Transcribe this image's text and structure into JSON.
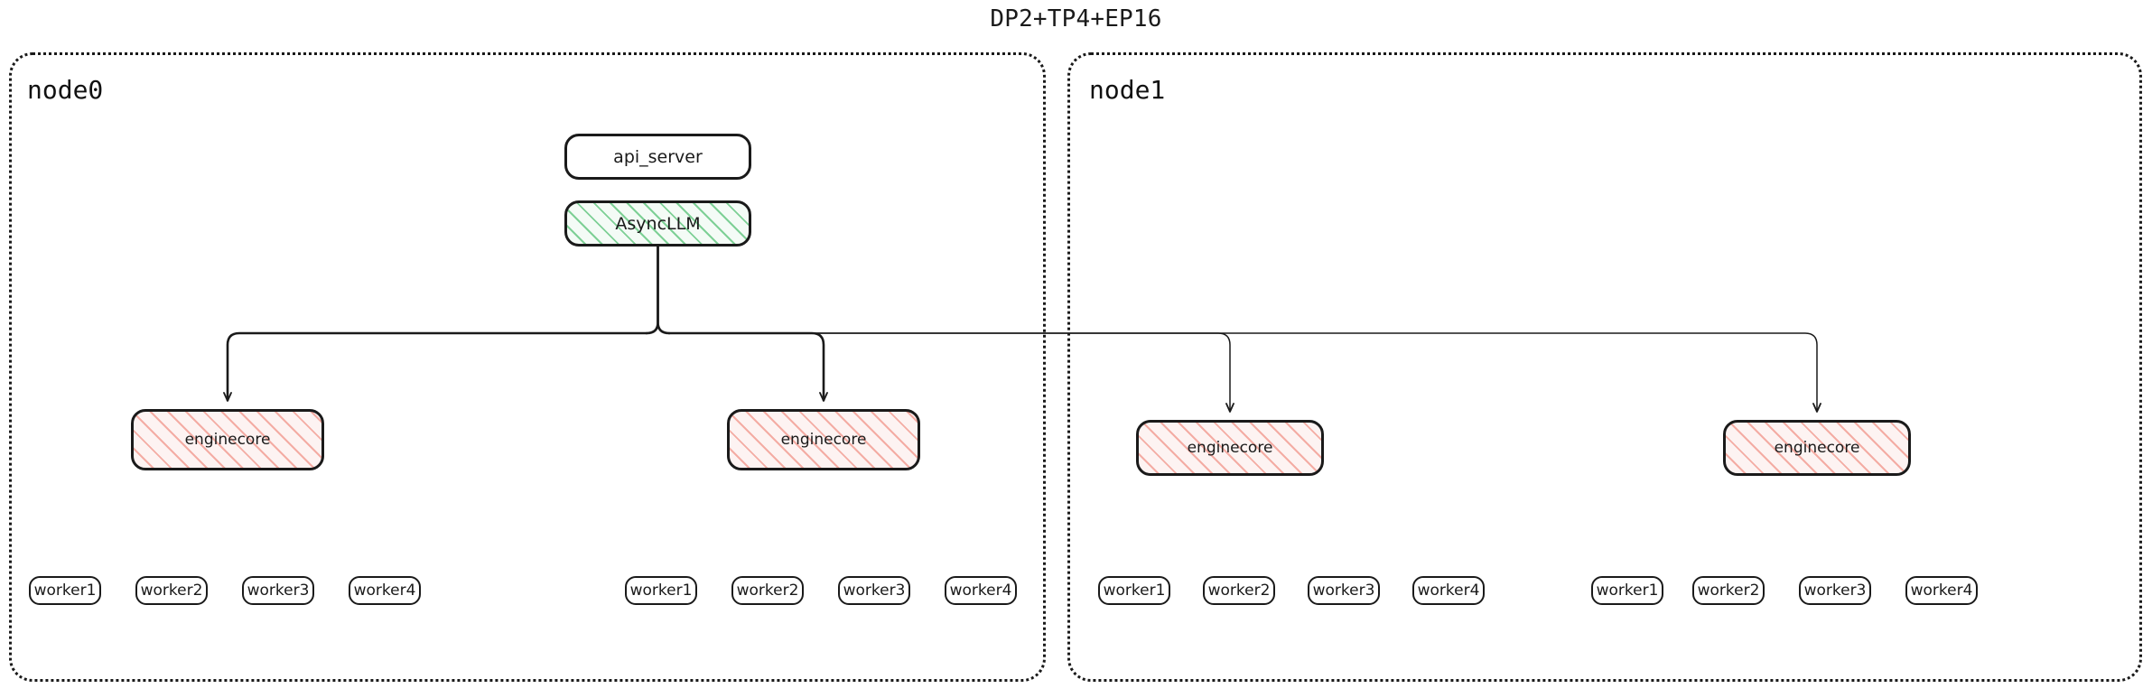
{
  "title": "DP2+TP4+EP16",
  "colors": {
    "stroke": "#1a1a1a",
    "async_hatch": "#78ce91",
    "engine_hatch": "#f2a096",
    "background": "#ffffff"
  },
  "nodes": [
    {
      "id": "node0",
      "label": "node0",
      "top_boxes": [
        {
          "name": "api_server",
          "label": "api_server",
          "style": "plain"
        },
        {
          "name": "AsyncLLM",
          "label": "AsyncLLM",
          "style": "green-hatched"
        }
      ],
      "enginecores": [
        {
          "label": "enginecore",
          "workers": [
            "worker1",
            "worker2",
            "worker3",
            "worker4"
          ]
        },
        {
          "label": "enginecore",
          "workers": [
            "worker1",
            "worker2",
            "worker3",
            "worker4"
          ]
        }
      ]
    },
    {
      "id": "node1",
      "label": "node1",
      "top_boxes": [],
      "enginecores": [
        {
          "label": "enginecore",
          "workers": [
            "worker1",
            "worker2",
            "worker3",
            "worker4"
          ]
        },
        {
          "label": "enginecore",
          "workers": [
            "worker1",
            "worker2",
            "worker3",
            "worker4"
          ]
        }
      ]
    }
  ]
}
